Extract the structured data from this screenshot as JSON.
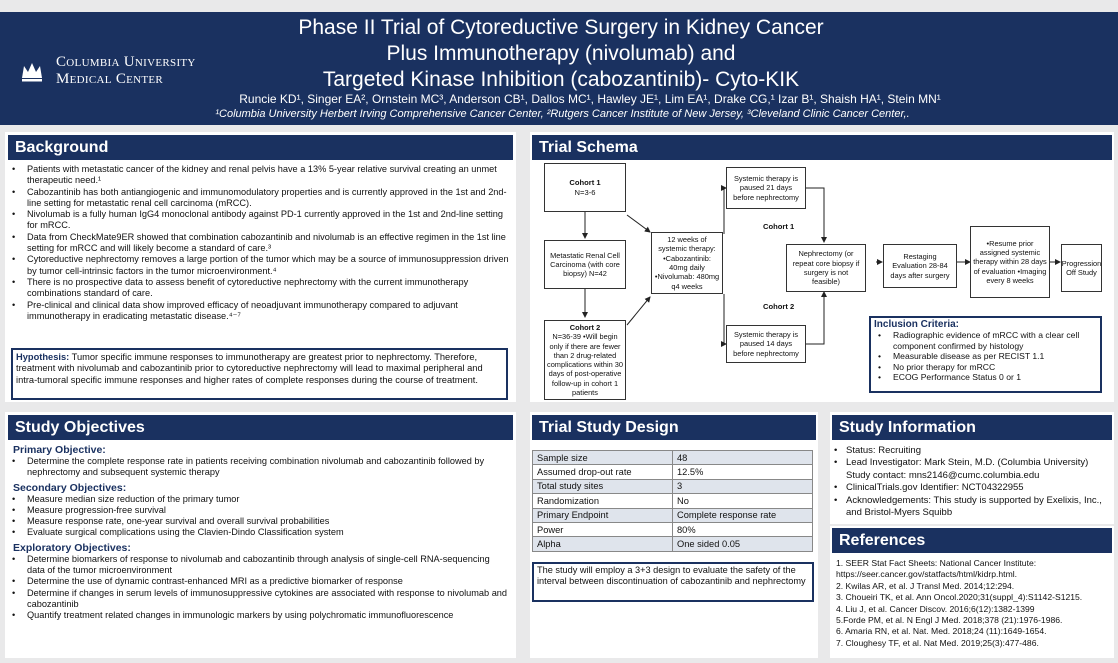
{
  "header": {
    "logo_line1": "Columbia University",
    "logo_line2": "Medical Center",
    "title_lines": [
      "Phase II Trial of Cytoreductive Surgery in Kidney Cancer",
      "Plus Immunotherapy (nivolumab) and",
      "Targeted Kinase Inhibition (cabozantinib)- Cyto-KIK"
    ],
    "authors": "Runcie KD¹, Singer EA², Ornstein MC³, Anderson CB¹, Dallos MC¹, Hawley JE¹, Lim EA¹, Drake CG,¹ Izar B¹, Shaish HA¹,  Stein MN¹",
    "affiliations": "¹Columbia University Herbert Irving Comprehensive Cancer Center, ²Rutgers Cancer Institute of New Jersey, ³Cleveland Clinic Cancer Center,."
  },
  "background": {
    "heading": "Background",
    "bullets": [
      "Patients with metastatic cancer of the kidney and renal pelvis have a 13% 5-year relative survival creating an unmet therapeutic need.¹",
      "Cabozantinib has both antiangiogenic and immunomodulatory properties and is currently approved in the 1st and 2nd-line setting for metastatic renal cell carcinoma (mRCC).",
      "Nivolumab is a fully human IgG4 monoclonal antibody against PD-1 currently approved in the 1st and 2nd-line setting for mRCC.",
      "Data from CheckMate9ER showed that combination cabozantinib and nivolumab is an effective regimen in the 1st line setting for mRCC and will likely become a standard of care.³",
      "Cytoreductive nephrectomy removes a large portion of the tumor which may be a source of immunosuppression driven by tumor cell-intrinsic factors in the tumor microenvironment.⁴",
      "There is no prospective data to assess benefit of cytoreductive nephrectomy with the current immunotherapy combinations standard of care.",
      "Pre-clinical and clinical data show improved efficacy of neoadjuvant immunotherapy compared to adjuvant immunotherapy in eradicating metastatic disease.⁴⁻⁷"
    ],
    "hypothesis_label": "Hypothesis:",
    "hypothesis_text": " Tumor specific immune responses to immunotherapy are greatest prior to nephrectomy. Therefore, treatment with nivolumab and cabozantinib prior to cytoreductive nephrectomy will lead to maximal peripheral and intra-tumoral specific immune responses and higher rates of complete responses during the course of treatment."
  },
  "schema": {
    "heading": "Trial Schema",
    "cohort1_title": "Cohort 1",
    "cohort1_n": "N=3-6",
    "mrcc_box": "Metastatic Renal Cell Carcinoma (with core biopsy) N=42",
    "cohort2_title": "Cohort 2",
    "cohort2_text": "N=36-39 •Will begin only if there are fewer than 2 drug-related complications within 30 days of post-operative follow-up in cohort 1 patients",
    "systemic_box": "12 weeks of systemic therapy: •Cabozantinib: 40mg daily •Nivolumab: 480mg q4 weeks",
    "paused21": "Systemic therapy is paused 21 days before nephrectomy",
    "paused14": "Systemic therapy is paused 14 days before nephrectomy",
    "cohort1_label": "Cohort 1",
    "cohort2_label": "Cohort 2",
    "nephrectomy": "Nephrectomy (or repeat core biopsy if surgery is not feasible)",
    "restaging": "Restaging Evaluation 28-84 days after surgery",
    "resume": "•Resume prior assigned systemic therapy within 28 days of evaluation •Imaging every 8 weeks",
    "progression": "Progression Off Study",
    "inclusion_title": "Inclusion Criteria:",
    "inclusion_items": [
      "Radiographic evidence of mRCC with a clear cell component confirmed by histology",
      "Measurable disease as per RECIST 1.1",
      "No prior therapy for mRCC",
      "ECOG Performance Status 0 or 1"
    ]
  },
  "objectives": {
    "heading": "Study Objectives",
    "primary_heading": "Primary Objective:",
    "primary_items": [
      "Determine the complete response rate in patients receiving combination nivolumab and cabozantinib followed by nephrectomy and subsequent systemic therapy"
    ],
    "secondary_heading": "Secondary Objectives:",
    "secondary_items": [
      "Measure median size reduction of the primary tumor",
      "Measure progression-free survival",
      "Measure response rate, one-year survival and overall survival probabilities",
      "Evaluate surgical complications using the Clavien-Dindo Classification system"
    ],
    "exploratory_heading": "Exploratory Objectives:",
    "exploratory_items": [
      "Determine biomarkers of response to nivolumab and cabozantinib through analysis of single-cell RNA-sequencing data of the tumor microenvironment",
      "Determine the use of dynamic contrast-enhanced MRI as a predictive biomarker of response",
      "Determine if changes in serum levels of immunosuppressive cytokines are associated with response to nivolumab and cabozantinib",
      "Quantify treatment related changes in immunologic markers by using polychromatic immunofluorescence"
    ]
  },
  "design": {
    "heading": "Trial Study Design",
    "rows": [
      [
        "Sample size",
        "48"
      ],
      [
        "Assumed drop-out rate",
        "12.5%"
      ],
      [
        "Total study sites",
        "3"
      ],
      [
        "Randomization",
        "No"
      ],
      [
        "Primary Endpoint",
        "Complete response rate"
      ],
      [
        "Power",
        "80%"
      ],
      [
        "Alpha",
        "One sided 0.05"
      ]
    ],
    "note": "The study will employ a 3+3 design to evaluate the safety of the interval between discontinuation of cabozantinib and nephrectomy"
  },
  "info": {
    "heading": "Study Information",
    "items": [
      "Status: Recruiting",
      "Lead Investigator: Mark Stein, M.D. (Columbia University) Study contact: mns2146@cumc.columbia.edu",
      "ClinicalTrials.gov Identifier: NCT04322955",
      "Acknowledgements: This study is supported by Exelixis, Inc., and Bristol-Myers Squibb"
    ]
  },
  "references": {
    "heading": "References",
    "items": [
      "1. SEER Stat Fact Sheets: National Cancer Institute: https://seer.cancer.gov/statfacts/html/kidrp.html.",
      "2. Kwilas AR, et al. J Transl Med. 2014;12:294.",
      "3. Choueiri TK, et al. Ann Oncol.2020;31(suppl_4):S1142-S1215.",
      "4. Liu J, et al. Cancer Discov. 2016;6(12):1382-1399",
      "5.Forde PM, et al. N Engl J Med. 2018;378 (21):1976-1986.",
      "6. Amaria RN, et al. Nat. Med. 2018;24 (11):1649-1654.",
      "7. Cloughesy TF, et al. Nat Med. 2019;25(3):477-486."
    ]
  },
  "colors": {
    "navy": "#1a3160",
    "page": "#e9e9ea"
  }
}
